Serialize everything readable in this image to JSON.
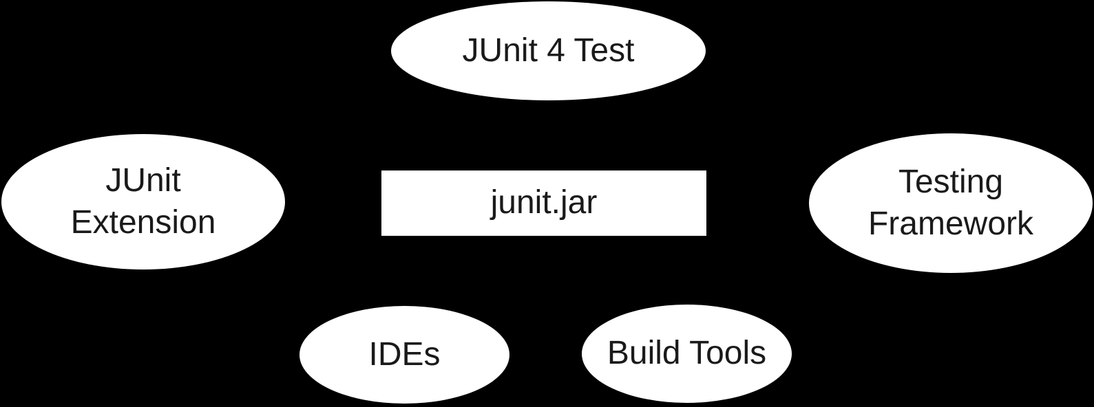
{
  "diagram": {
    "background": "#000000",
    "shape_fill": "#ffffff",
    "text_color": "#1a1a1a",
    "center_node": {
      "id": "junit-jar",
      "shape": "rect",
      "label": "junit.jar"
    },
    "nodes": [
      {
        "id": "junit-4-test",
        "shape": "ellipse",
        "lines": [
          "JUnit 4 Test"
        ]
      },
      {
        "id": "junit-extension",
        "shape": "ellipse",
        "lines": [
          "JUnit",
          "Extension"
        ]
      },
      {
        "id": "testing-framework",
        "shape": "ellipse",
        "lines": [
          "Testing",
          "Framework"
        ]
      },
      {
        "id": "ides",
        "shape": "ellipse",
        "lines": [
          "IDEs"
        ]
      },
      {
        "id": "build-tools",
        "shape": "ellipse",
        "lines": [
          "Build Tools"
        ]
      }
    ]
  }
}
